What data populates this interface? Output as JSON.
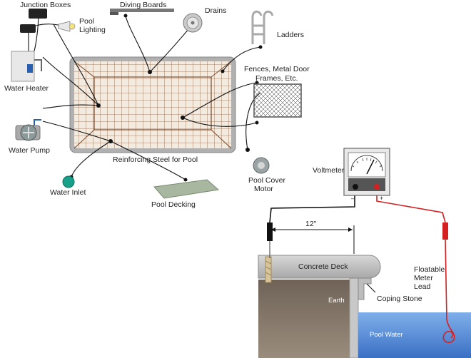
{
  "top_diagram": {
    "labels": {
      "junction_boxes": "Junction Boxes",
      "diving_boards": "Diving Boards",
      "drains": "Drains",
      "pool_lighting_1": "Pool",
      "pool_lighting_2": "Lighting",
      "ladders": "Ladders",
      "water_heater": "Water Heater",
      "fences_1": "Fences, Metal Door",
      "fences_2": "Frames, Etc.",
      "water_pump": "Water Pump",
      "reinforcing_steel": "Reinforcing Steel for Pool",
      "water_inlet": "Water Inlet",
      "pool_cover_1": "Pool Cover",
      "pool_cover_2": "Motor",
      "pool_decking": "Pool Decking"
    }
  },
  "bottom_diagram": {
    "labels": {
      "voltmeter": "Voltmeter",
      "minus": "–",
      "plus": "+",
      "distance": "12\"",
      "concrete_deck": "Concrete Deck",
      "floatable_1": "Floatable",
      "floatable_2": "Meter",
      "floatable_3": "Lead",
      "earth": "Earth",
      "coping_stone": "Coping Stone",
      "pool_water": "Pool Water"
    }
  },
  "colors": {
    "rebar": "#7a4a2a",
    "pool_rim": "#9a9a9a",
    "water": "#5b8fd6",
    "earth": "#8a7a6a",
    "red_lead": "#d42020",
    "black_lead": "#111111"
  }
}
